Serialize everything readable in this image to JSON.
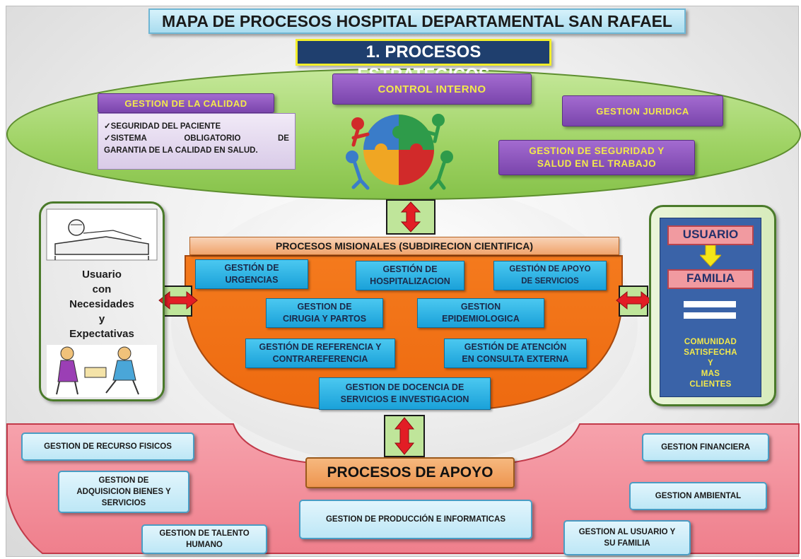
{
  "title": "MAPA DE PROCESOS HOSPITAL DEPARTAMENTAL SAN RAFAEL",
  "strategic": {
    "title": "1. PROCESOS ESTRATEGICOS",
    "quality": {
      "label": "GESTION DE LA CALIDAD",
      "item1": "SEGURIDAD DEL PACIENTE",
      "item2": [
        "SISTEMA",
        "OBLIGATORIO",
        "DE"
      ],
      "item2_tail": "GARANTIA DE LA CALIDAD EN SALUD.",
      "check": "✓"
    },
    "control": "CONTROL INTERNO",
    "juridica": "GESTION JURIDICA",
    "sst": [
      "GESTION DE SEGURIDAD Y",
      "SALUD EN EL TRABAJO"
    ]
  },
  "left_panel": [
    "Usuario",
    "con",
    "Necesidades",
    "y",
    "Expectativas"
  ],
  "right_panel": {
    "usuario": "USUARIO",
    "familia": "FAMILIA",
    "comunidad": [
      "COMUNIDAD",
      "SATISFECHA",
      "Y",
      "MAS",
      "CLIENTES"
    ]
  },
  "misionales": {
    "title": "PROCESOS MISIONALES (SUBDIRECION CIENTIFICA)",
    "urgencias": [
      "GESTIÓN DE",
      "URGENCIAS"
    ],
    "hospitalizacion": [
      "GESTIÓN DE",
      "HOSPITALIZACION"
    ],
    "apoyo_servicios": [
      "GESTIÓN DE APOYO",
      "DE SERVICIOS"
    ],
    "cirugia": [
      "GESTION DE",
      "CIRUGIA Y PARTOS"
    ],
    "epidemiologica": [
      "GESTION",
      "EPIDEMIOLOGICA"
    ],
    "referencia": [
      "GESTIÓN DE REFERENCIA Y",
      "CONTRAREFERENCIA"
    ],
    "consulta": [
      "GESTIÓN DE ATENCIÓN",
      "EN CONSULTA EXTERNA"
    ],
    "docencia": [
      "GESTION DE DOCENCIA DE",
      "SERVICIOS E INVESTIGACION"
    ]
  },
  "apoyo": {
    "title": "PROCESOS DE APOYO",
    "fisicos": "GESTION DE RECURSO FISICOS",
    "adquisicion": [
      "GESTION DE",
      "ADQUISICION BIENES Y",
      "SERVICIOS"
    ],
    "talento": [
      "GESTION DE TALENTO",
      "HUMANO"
    ],
    "produccion": "GESTION DE PRODUCCIÓN E INFORMATICAS",
    "financiera": "GESTION FINANCIERA",
    "ambiental": "GESTION AMBIENTAL",
    "usuario": [
      "GESTION AL USUARIO Y",
      "SU FAMILIA"
    ]
  }
}
